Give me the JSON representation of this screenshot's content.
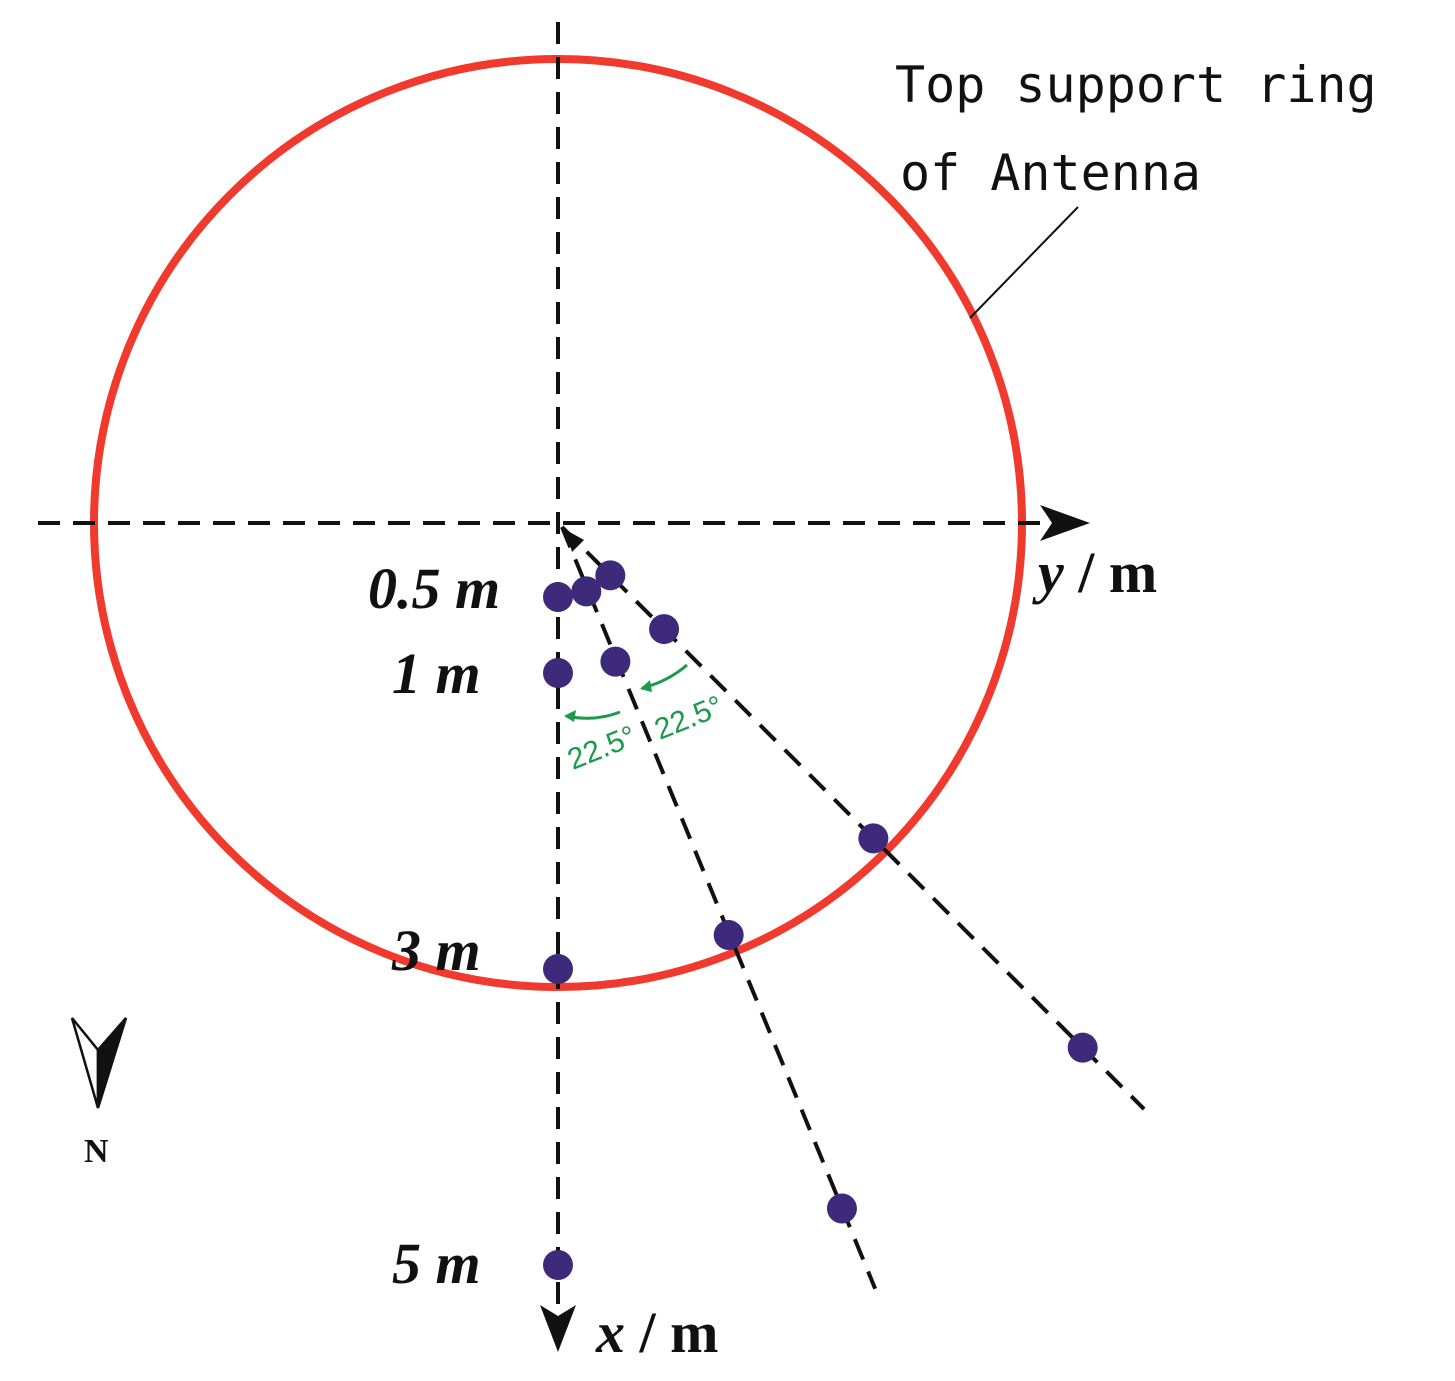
{
  "ring_label": {
    "line1": "Top support ring",
    "line2": "of Antenna"
  },
  "axes": {
    "y_var": "y",
    "y_unit": " / m",
    "x_var": "x",
    "x_unit": " / m"
  },
  "distance_labels": [
    "0.5 m",
    "1 m",
    "3 m",
    "5 m"
  ],
  "angle_labels": [
    "22.5°",
    "22.5°"
  ],
  "north_label": "N",
  "measurement": {
    "distances_m": [
      0.5,
      1,
      3,
      5
    ],
    "ray_angles_deg": [
      0,
      22.5,
      45
    ],
    "ring_radius_m": 3
  },
  "colors": {
    "ring": "#f03a2e",
    "points": "#3d2a7a",
    "angle": "#1a9a4a",
    "lines": "#111111"
  }
}
